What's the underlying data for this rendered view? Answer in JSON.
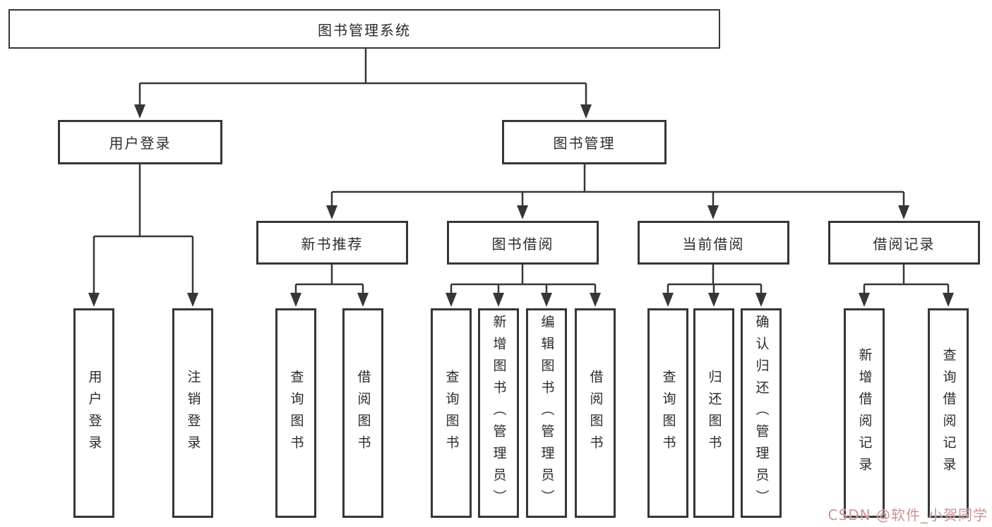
{
  "diagram": {
    "title": "图书管理系统",
    "root": {
      "label": "图书管理系统"
    },
    "level2": [
      {
        "label": "用户登录"
      },
      {
        "label": "图书管理"
      }
    ],
    "level3": [
      {
        "parent": "图书管理",
        "label": "新书推荐"
      },
      {
        "parent": "图书管理",
        "label": "图书借阅"
      },
      {
        "parent": "图书管理",
        "label": "当前借阅"
      },
      {
        "parent": "图书管理",
        "label": "借阅记录"
      }
    ],
    "leaves": [
      {
        "parent": "用户登录",
        "label": "用户登录"
      },
      {
        "parent": "用户登录",
        "label": "注销登录"
      },
      {
        "parent": "新书推荐",
        "label": "查询图书"
      },
      {
        "parent": "新书推荐",
        "label": "借阅图书"
      },
      {
        "parent": "图书借阅",
        "label": "查询图书"
      },
      {
        "parent": "图书借阅",
        "label": "新增图书（管理员）"
      },
      {
        "parent": "图书借阅",
        "label": "编辑图书（管理员）"
      },
      {
        "parent": "图书借阅",
        "label": "借阅图书"
      },
      {
        "parent": "当前借阅",
        "label": "查询图书"
      },
      {
        "parent": "当前借阅",
        "label": "归还图书"
      },
      {
        "parent": "当前借阅",
        "label": "确认归还（管理员）"
      },
      {
        "parent": "借阅记录",
        "label": "新增借阅记录"
      },
      {
        "parent": "借阅记录",
        "label": "查询借阅记录"
      }
    ],
    "colors": {
      "line": "#363636",
      "box_border": "#363636",
      "text": "#2b2b2b",
      "background": "#ffffff",
      "watermark": "#c99494"
    }
  },
  "watermark": {
    "text": "CSDN @软件_小贺同学"
  }
}
